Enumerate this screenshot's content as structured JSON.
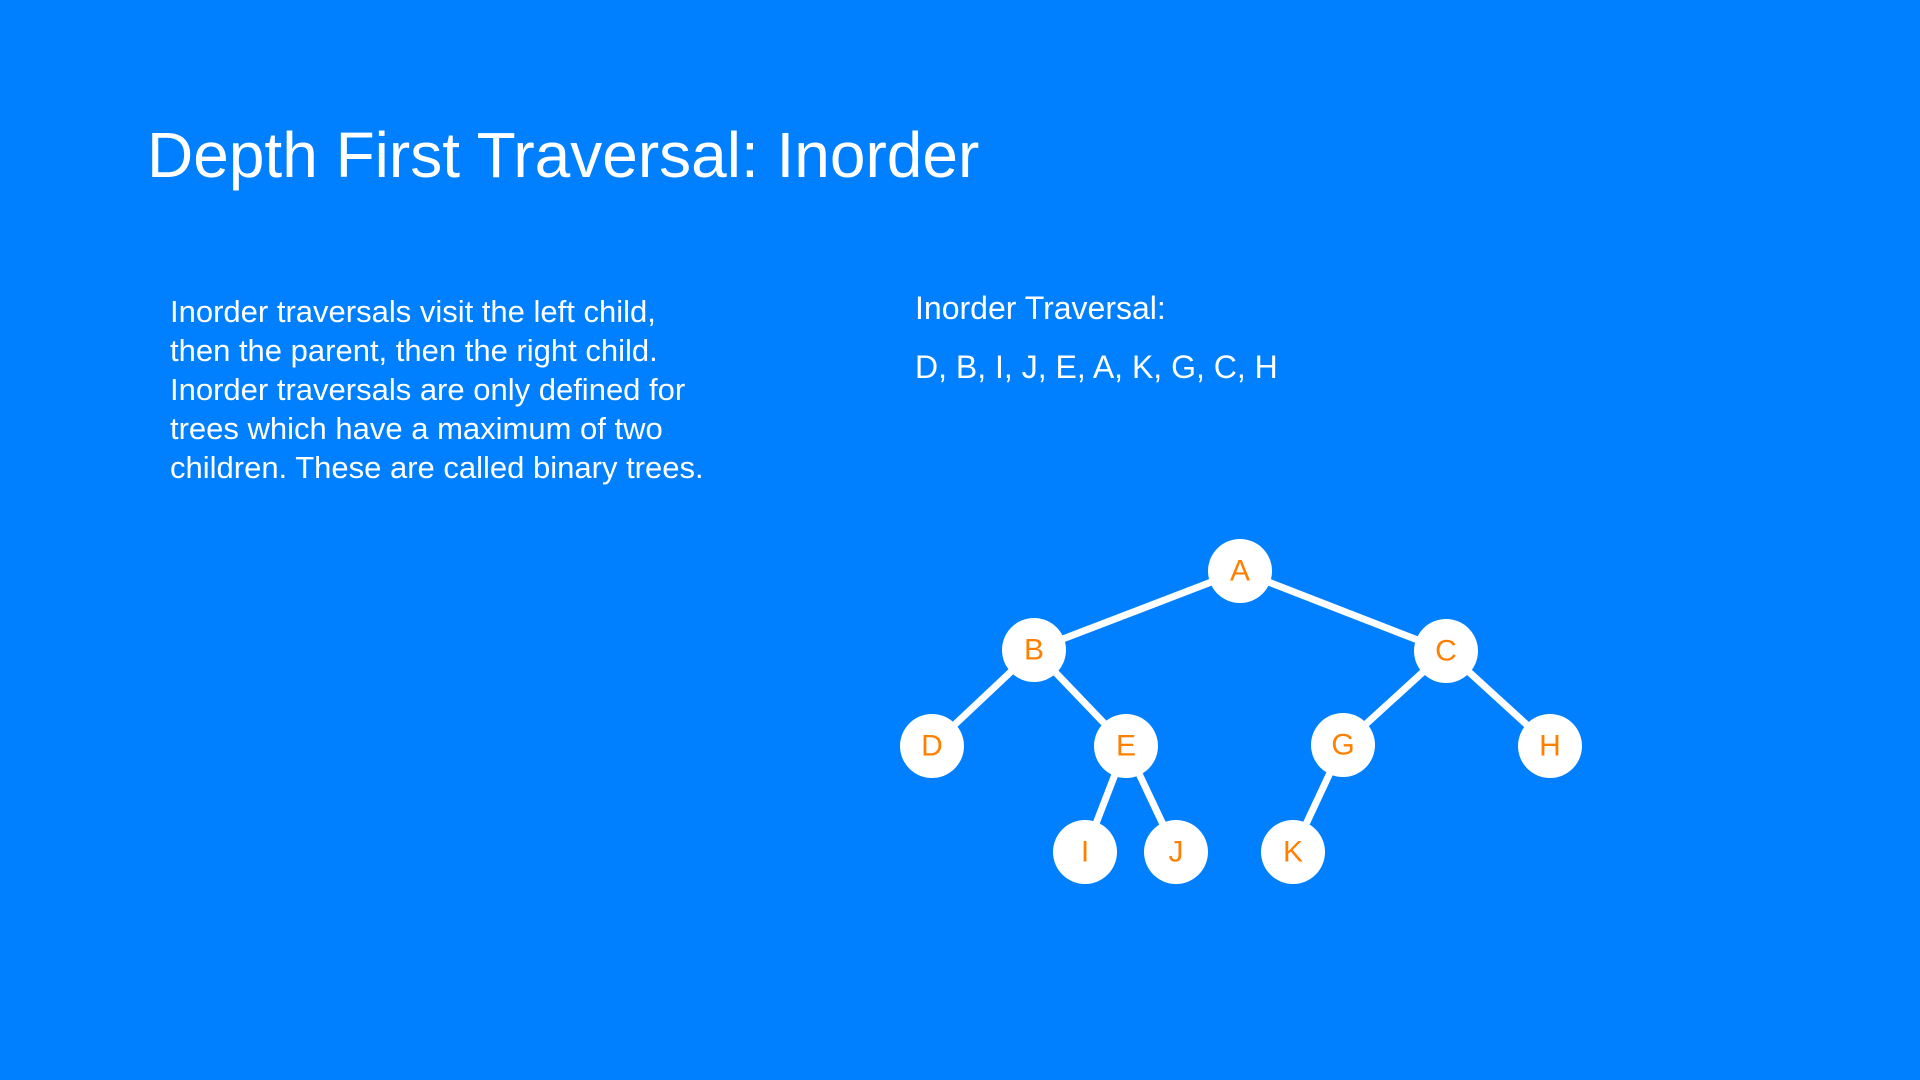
{
  "slide": {
    "title": "Depth First Traversal: Inorder",
    "description_lines": [
      "Inorder traversals visit the left child,",
      "then the parent, then the right child.",
      "Inorder traversals are only defined for",
      "trees which have a maximum of two",
      "children. These are called binary trees."
    ],
    "traversal_heading": "Inorder Traversal:",
    "traversal_sequence": "D, B, I, J, E, A, K, G, C, H"
  },
  "colors": {
    "background": "#0080ff",
    "node_fill": "#ffffff",
    "node_text": "#ff8000",
    "edge": "#ffffff"
  },
  "tree": {
    "nodes": [
      "A",
      "B",
      "C",
      "D",
      "E",
      "G",
      "H",
      "I",
      "J",
      "K"
    ],
    "edges": [
      [
        "A",
        "B"
      ],
      [
        "A",
        "C"
      ],
      [
        "B",
        "D"
      ],
      [
        "B",
        "E"
      ],
      [
        "C",
        "G"
      ],
      [
        "C",
        "H"
      ],
      [
        "E",
        "I"
      ],
      [
        "E",
        "J"
      ],
      [
        "G",
        "K"
      ]
    ]
  }
}
